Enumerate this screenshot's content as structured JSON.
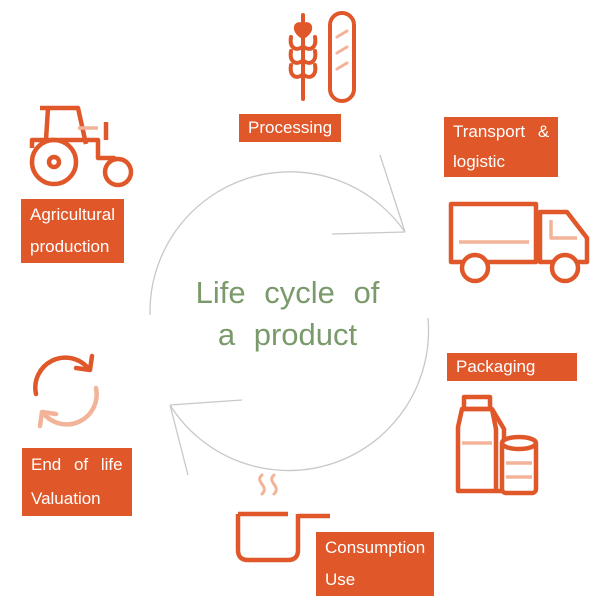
{
  "center": {
    "line1": "Life cycle of",
    "line2": "a product"
  },
  "stages": {
    "processing": "Processing",
    "transport_line1": "Transport &",
    "transport_line2": "logistic",
    "packaging": "Packaging",
    "consumption_line1": "Consumption",
    "consumption_line2": "Use",
    "end_line1": "End of life",
    "end_line2": "Valuation",
    "agri_line1": "Agricultural",
    "agri_line2": "production"
  },
  "icons": [
    "wheat-bread-icon",
    "truck-icon",
    "milk-can-icon",
    "cooking-pot-icon",
    "recycle-icon",
    "tractor-icon"
  ],
  "colors": {
    "accent": "#e0572a",
    "accent_light": "#f2b398",
    "center_text": "#7a9a6b",
    "cycle_line": "#c8c8c8"
  }
}
